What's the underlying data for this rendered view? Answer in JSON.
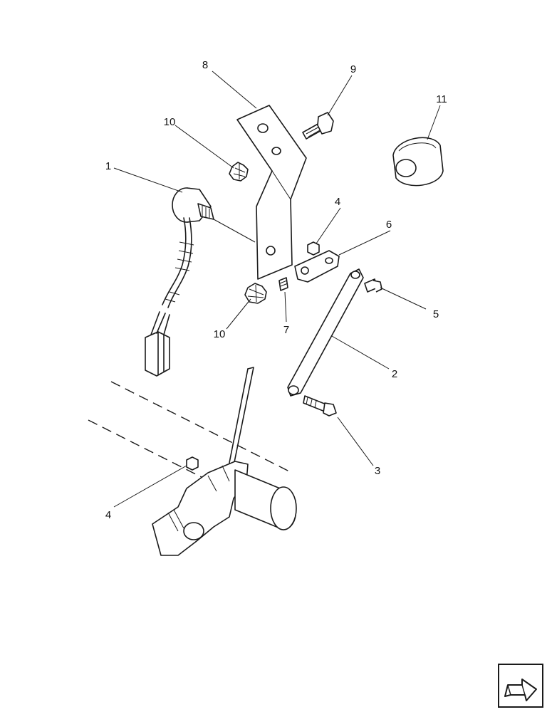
{
  "callouts": [
    {
      "id": "c1",
      "label": "1"
    },
    {
      "id": "c2",
      "label": "2"
    },
    {
      "id": "c3",
      "label": "3"
    },
    {
      "id": "c4a",
      "label": "4"
    },
    {
      "id": "c4b",
      "label": "4"
    },
    {
      "id": "c5",
      "label": "5"
    },
    {
      "id": "c6",
      "label": "6"
    },
    {
      "id": "c7",
      "label": "7"
    },
    {
      "id": "c8",
      "label": "8"
    },
    {
      "id": "c9",
      "label": "9"
    },
    {
      "id": "c10a",
      "label": "10"
    },
    {
      "id": "c10b",
      "label": "10"
    },
    {
      "id": "c11",
      "label": "11"
    }
  ],
  "nav": {
    "icon": "arrow-next-icon"
  }
}
